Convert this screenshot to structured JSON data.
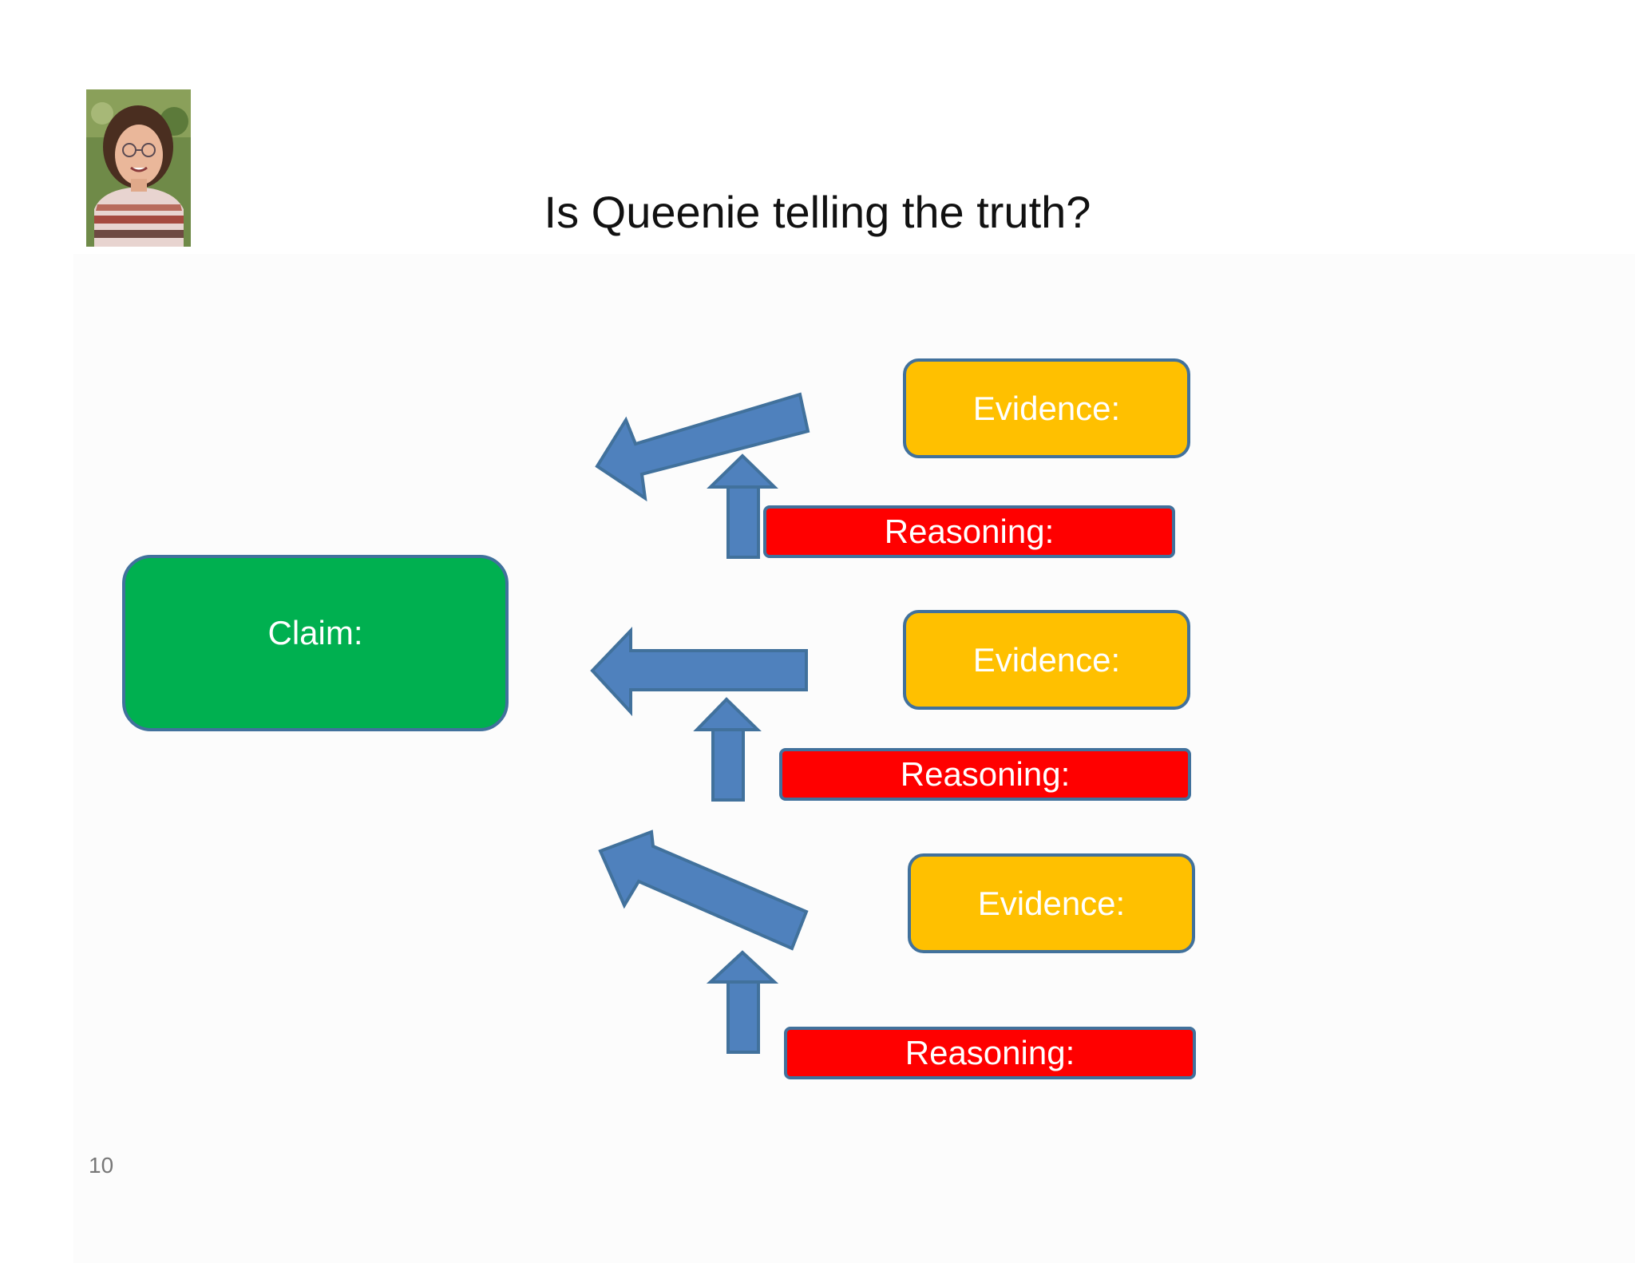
{
  "slide": {
    "title": "Is Queenie telling the truth?",
    "page_number": "10"
  },
  "diagram": {
    "claim": {
      "label": "Claim:",
      "color": "#00b050"
    },
    "evidence": [
      {
        "label": "Evidence:"
      },
      {
        "label": "Evidence:"
      },
      {
        "label": "Evidence:"
      }
    ],
    "reasoning": [
      {
        "label": "Reasoning:"
      },
      {
        "label": "Reasoning:"
      },
      {
        "label": "Reasoning:"
      }
    ],
    "colors": {
      "evidence": "#ffc000",
      "reasoning": "#ff0000",
      "arrow": "#4f81bd",
      "outline": "#41719c"
    }
  }
}
